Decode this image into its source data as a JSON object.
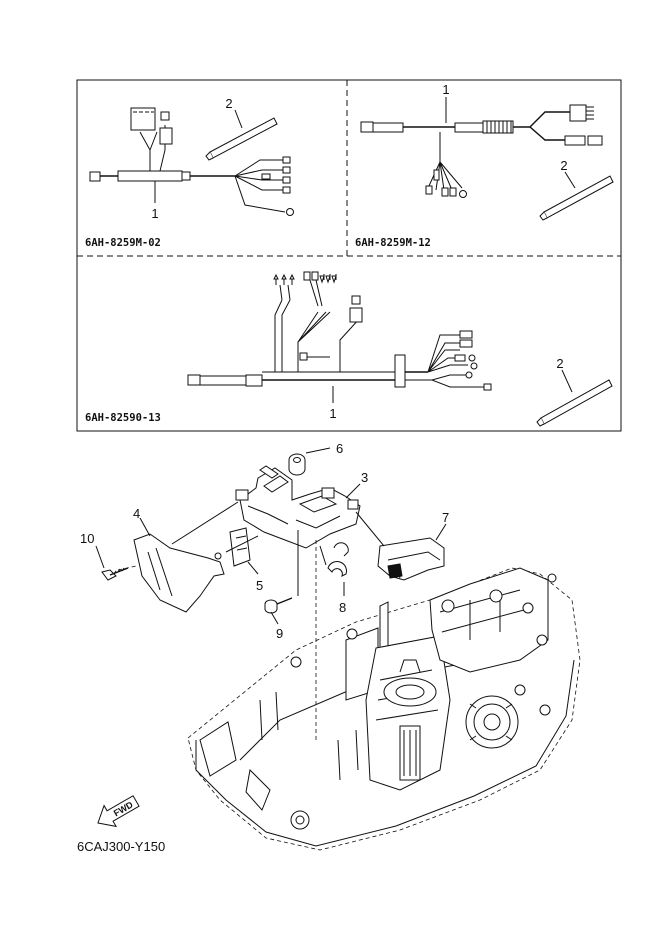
{
  "panels": [
    {
      "code": "6AH-8259M-02",
      "harness_callout": "1",
      "tie_callout": "2"
    },
    {
      "code": "6AH-8259M-12",
      "harness_callout": "1",
      "tie_callout": "2"
    },
    {
      "code": "6AH-82590-13",
      "harness_callout": "1",
      "tie_callout": "2"
    }
  ],
  "callouts": {
    "c3": "3",
    "c4": "4",
    "c5": "5",
    "c6": "6",
    "c7": "7",
    "c8": "8",
    "c9": "9",
    "c10": "10"
  },
  "fwd_label": "FWD",
  "figure_ref": "6CAJ300-Y150"
}
